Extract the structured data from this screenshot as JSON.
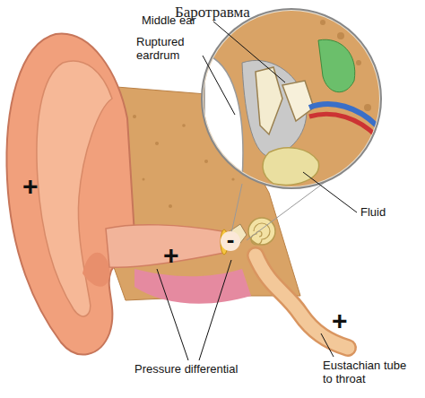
{
  "diagram": {
    "title": "Баротравма",
    "labels": [
      "Middle ear",
      "Ruptured eardrum",
      "+",
      "+",
      "-",
      "Fluid",
      "+",
      "Pressure differential",
      "Eustachian tube to throat"
    ]
  }
}
